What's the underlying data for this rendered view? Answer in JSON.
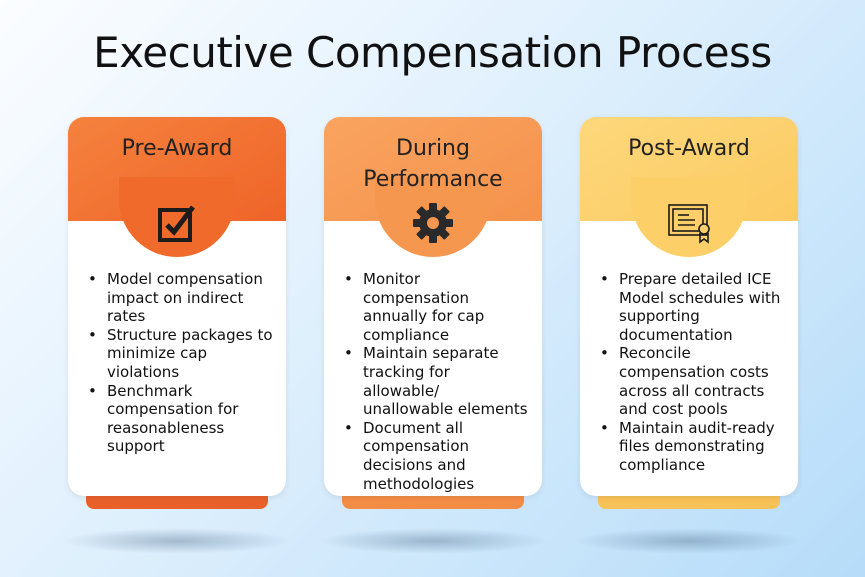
{
  "title": "Executive Compensation Process",
  "cards": [
    {
      "title": "Pre-Award",
      "icon": "checkbox-icon",
      "color": "#f26a2c",
      "items": [
        "Model compensation impact on indirect rates",
        "Structure packages to minimize cap violations",
        "Benchmark compensation for reasonableness support"
      ]
    },
    {
      "title": "During Performance",
      "icon": "gear-icon",
      "color": "#f79a54",
      "items": [
        "Monitor compensation annually for cap compliance",
        "Maintain separate tracking for allowable/ unallowable elements",
        "Document all compensation decisions and methodologies"
      ]
    },
    {
      "title": "Post-Award",
      "icon": "certificate-icon",
      "color": "#fdd06c",
      "items": [
        "Prepare detailed ICE Model schedules with supporting documentation",
        "Reconcile compensation costs across all contracts and cost pools",
        "Maintain audit-ready files demonstrating compliance"
      ]
    }
  ]
}
